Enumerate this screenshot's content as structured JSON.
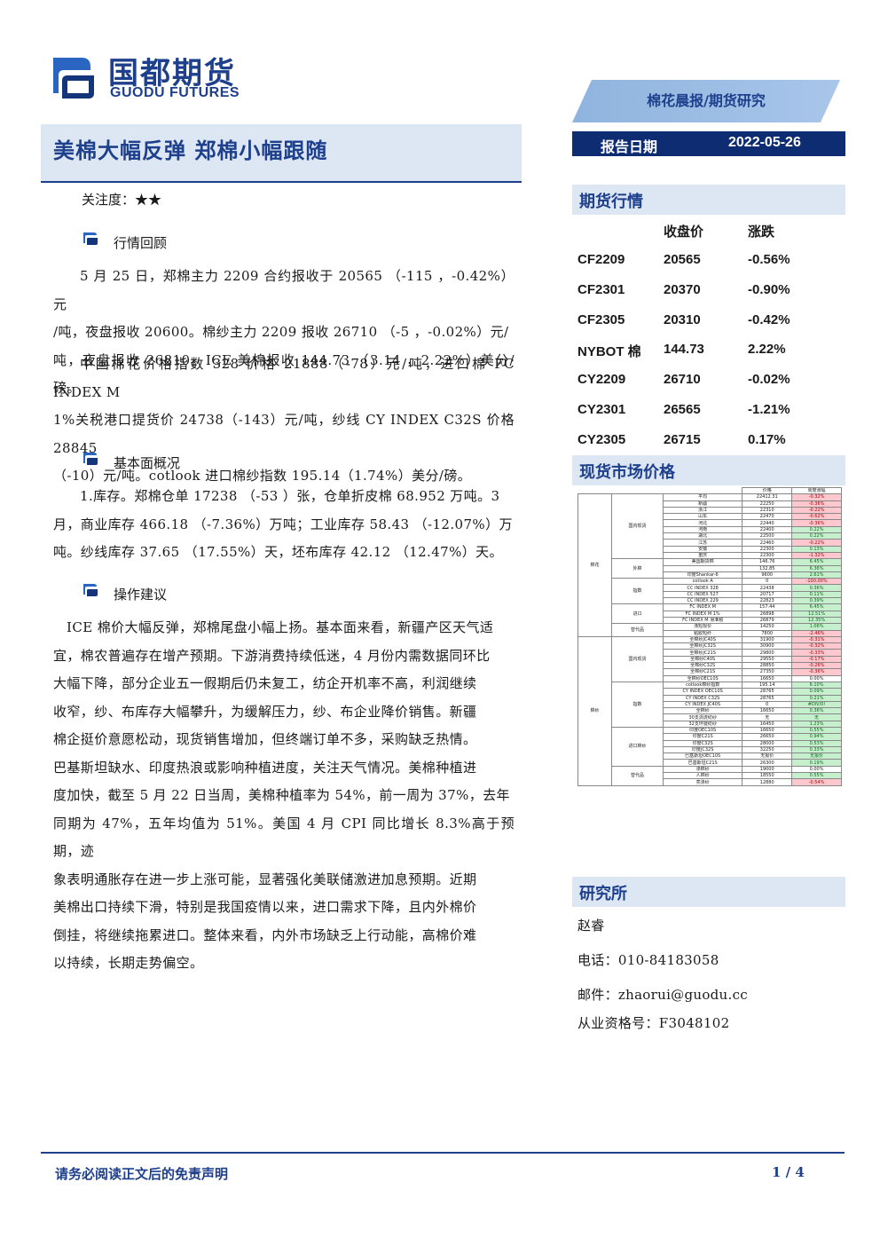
{
  "logo": {
    "cn": "国都期货",
    "en": "GUODU FUTURES"
  },
  "banner": "棉花晨报/期货研究",
  "report_date": {
    "label": "报告日期",
    "value": "2022-05-26"
  },
  "title": "美棉大幅反弹 郑棉小幅跟随",
  "attention": "关注度：★★",
  "sections": [
    {
      "heading": "行情回顾",
      "paragraphs": [
        [
          "5 月 25 日，郑棉主力 2209 合约报收于 20565 （-115 ，-0.42%）元",
          "/吨，夜盘报收 20600。棉纱主力 2209 报收 26710 （-5 ，-0.02%）元/",
          "吨，夜盘报收 26810。ICE 美棉报收 144.73 （3.14 ，2.22%）美分/磅。"
        ],
        [
          "中国棉花价格指数 328 价格 21888（-78）元/吨，进口棉 FC INDEX M",
          "1%关税港口提货价 24738（-143）元/吨，纱线 CY INDEX C32S 价格 28845",
          "（-10）元/吨。cotlook 进口棉纱指数 195.14（1.74%）美分/磅。"
        ]
      ]
    },
    {
      "heading": "基本面概况",
      "paragraphs": [
        [
          "1.库存。郑棉仓单 17238 （-53 ）张，仓单折皮棉 68.952 万吨。3",
          "月，商业库存 466.18 （-7.36%）万吨；工业库存 58.43 （-12.07%）万",
          "吨。纱线库存 37.65 （17.55%）天，坯布库存 42.12 （12.47%）天。"
        ]
      ]
    },
    {
      "heading": "操作建议",
      "paragraphs": [
        [
          "ICE 棉价大幅反弹，郑棉尾盘小幅上扬。基本面来看，新疆产区天气适",
          "宜，棉农普遍存在增产预期。下游消费持续低迷，4 月份内需数据同环比",
          "大幅下降，部分企业五一假期后仍未复工，纺企开机率不高，利润继续",
          "收窄，纱、布库存大幅攀升，为缓解压力，纱、布企业降价销售。新疆",
          "棉企挺价意愿松动，现货销售增加，但终端订单不多，采购缺乏热情。",
          "巴基斯坦缺水、印度热浪或影响种植进度，关注天气情况。美棉种植进",
          "度加快，截至 5 月 22 日当周，美棉种植率为 54%，前一周为 37%，去年",
          "同期为 47%，五年均值为 51%。美国 4 月 CPI 同比增长 8.3%高于预期，迹",
          "象表明通胀存在进一步上涨可能，显著强化美联储激进加息预期。近期",
          "美棉出口持续下滑，特别是我国疫情以来，进口需求下降，且内外棉价",
          "倒挂，将继续拖累进口。整体来看，内外市场缺乏上行动能，高棉价难",
          "以持续，长期走势偏空。"
        ]
      ]
    }
  ],
  "futures": {
    "heading": "期货行情",
    "col_close": "收盘价",
    "col_change": "涨跌",
    "rows": [
      {
        "contract": "CF2209",
        "close": "20565",
        "change": "-0.56%"
      },
      {
        "contract": "CF2301",
        "close": "20370",
        "change": "-0.90%"
      },
      {
        "contract": "CF2305",
        "close": "20310",
        "change": "-0.42%"
      },
      {
        "contract": "NYBOT 棉",
        "close": "144.73",
        "change": "2.22%"
      },
      {
        "contract": "CY2209",
        "close": "26710",
        "change": "-0.02%"
      },
      {
        "contract": "CY2301",
        "close": "26565",
        "change": "-1.21%"
      },
      {
        "contract": "CY2305",
        "close": "26715",
        "change": "0.17%"
      }
    ]
  },
  "spot": {
    "heading": "现货市场价格",
    "col_price": "价格",
    "col_change": "周度涨幅",
    "groups": [
      {
        "name": "棉花",
        "subgroups": [
          {
            "name": "国内现货",
            "rows": [
              [
                "平均",
                "22412.31",
                "-0.32%",
                "neg"
              ],
              [
                "新疆",
                "22250",
                "-0.36%",
                "neg"
              ],
              [
                "浙江",
                "22310",
                "-0.22%",
                "neg"
              ],
              [
                "山东",
                "22470",
                "-0.62%",
                "neg"
              ],
              [
                "河北",
                "22440",
                "-0.36%",
                "neg"
              ],
              [
                "河南",
                "22400",
                "0.22%",
                "pos"
              ],
              [
                "湖北",
                "22500",
                "0.22%",
                "pos"
              ],
              [
                "江苏",
                "22460",
                "-0.22%",
                "neg"
              ],
              [
                "安徽",
                "22300",
                "0.13%",
                "pos"
              ],
              [
                "重庆",
                "22300",
                "-1.32%",
                "neg"
              ]
            ]
          },
          {
            "name": "外棉",
            "rows": [
              [
                "美国期货棉",
                "146.76",
                "6.45%",
                "pos"
              ],
              [
                "",
                "132.85",
                "6.36%",
                "pos"
              ],
              [
                "印度Shankar-6",
                "9600",
                "2.61%",
                "pos"
              ]
            ]
          },
          {
            "name": "指数",
            "rows": [
              [
                "cotlook A",
                "0",
                "-100.00%",
                "neg"
              ],
              [
                "CC INDEX 328",
                "22438",
                "0.36%",
                "pos"
              ],
              [
                "CC INDEX 527",
                "20717",
                "0.11%",
                "pos"
              ],
              [
                "CC INDEX 229",
                "22823",
                "0.39%",
                "pos"
              ]
            ]
          },
          {
            "name": "进口",
            "rows": [
              [
                "FC INDEX M",
                "157.44",
                "6.45%",
                "pos"
              ],
              [
                "FC INDEX M 1%",
                "26898",
                "12.51%",
                "pos"
              ],
              [
                "FC INDEX M 滑准税",
                "26879",
                "12.35%",
                "pos"
              ]
            ]
          },
          {
            "name": "替代品",
            "rows": [
              [
                "涤短现价",
                "14250",
                "1.06%",
                "pos"
              ],
              [
                "粘胶短纤",
                "7800",
                "-2.46%",
                "neg"
              ]
            ]
          }
        ]
      },
      {
        "name": "棉纱",
        "subgroups": [
          {
            "name": "国内现货",
            "rows": [
              [
                "全棉纱JC40S",
                "31900",
                "-0.31%",
                "neg"
              ],
              [
                "全棉纱JC32S",
                "30900",
                "-0.32%",
                "neg"
              ],
              [
                "全棉纱JC21S",
                "29800",
                "-0.33%",
                "neg"
              ],
              [
                "全棉纱C40S",
                "29550",
                "-0.17%",
                "neg"
              ],
              [
                "全棉纱C32S",
                "28850",
                "-0.26%",
                "neg"
              ],
              [
                "全棉纱C21S",
                "27350",
                "-0.36%",
                "neg"
              ],
              [
                "全棉纱OEC10S",
                "16650",
                "0.00%",
                "neu"
              ]
            ]
          },
          {
            "name": "指数",
            "rows": [
              [
                "cotlook棉纱指数",
                "195.14",
                "6.10%",
                "pos"
              ],
              [
                "CY INDEX OEC10S",
                "28765",
                "0.09%",
                "pos"
              ],
              [
                "CY INDEX C32S",
                "28765",
                "0.21%",
                "pos"
              ],
              [
                "CY INDEX JC40S",
                "0",
                "#DIV/0!",
                "pos"
              ],
              [
                "全棉纱",
                "16650",
                "0.36%",
                "pos"
              ],
              [
                "30支涡流纺纱",
                "无",
                "无",
                "pos"
              ],
              [
                "32支环锭纺纱",
                "16450",
                "1.23%",
                "pos"
              ]
            ]
          },
          {
            "name": "进口棉纱",
            "rows": [
              [
                "印度OEC10S",
                "16650",
                "0.55%",
                "pos"
              ],
              [
                "印度C21S",
                "26650",
                "0.94%",
                "pos"
              ],
              [
                "印度C32S",
                "28000",
                "0.53%",
                "pos"
              ],
              [
                "印度JC32S",
                "32250",
                "0.33%",
                "pos"
              ],
              [
                "巴基斯坦OEC10S",
                "无报价",
                "无报价",
                "pos"
              ],
              [
                "巴基斯坦C21S",
                "26300",
                "0.19%",
                "pos"
              ]
            ]
          },
          {
            "name": "替代品",
            "rows": [
              [
                "涤棉纱",
                "19000",
                "0.00%",
                "neu"
              ],
              [
                "人棉纱",
                "18550",
                "0.55%",
                "pos"
              ],
              [
                "亮涤纱",
                "12880",
                "-0.54%",
                "neg"
              ]
            ]
          }
        ]
      }
    ]
  },
  "research": {
    "heading": "研究所",
    "name": "赵睿",
    "phone": "电话：010-84183058",
    "email": "邮件：zhaorui@guodu.cc",
    "license": "从业资格号：F3048102"
  },
  "footer": {
    "disclaimer": "请务必阅读正文后的免责声明",
    "page": "1 / 4"
  },
  "colors": {
    "brand": "#1d3f8c",
    "positive": "#c6efce",
    "negative": "#ffc7ce"
  }
}
